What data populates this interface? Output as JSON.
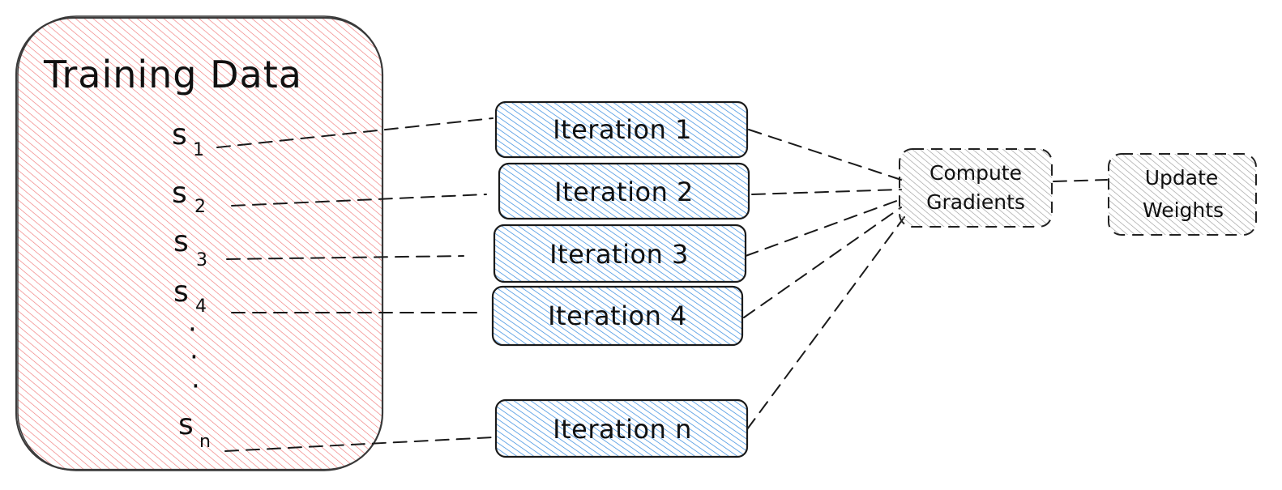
{
  "training_data": {
    "title": "Training Data",
    "samples": [
      {
        "letter": "s",
        "index": "1"
      },
      {
        "letter": "s",
        "index": "2"
      },
      {
        "letter": "s",
        "index": "3"
      },
      {
        "letter": "s",
        "index": "4"
      },
      {
        "letter": "s",
        "index": "n"
      }
    ],
    "ellipsis": [
      "·",
      "·",
      "·"
    ],
    "fill_color": "#f08080"
  },
  "iterations": {
    "labels": [
      "Iteration 1",
      "Iteration 2",
      "Iteration 3",
      "Iteration 4",
      "Iteration n"
    ],
    "fill_color": "#4a90e2"
  },
  "compute_gradients": {
    "lines": [
      "Compute",
      "Gradients"
    ],
    "fill_color": "#9a9a9a"
  },
  "update_weights": {
    "lines": [
      "Update",
      "Weights"
    ],
    "fill_color": "#9a9a9a"
  }
}
